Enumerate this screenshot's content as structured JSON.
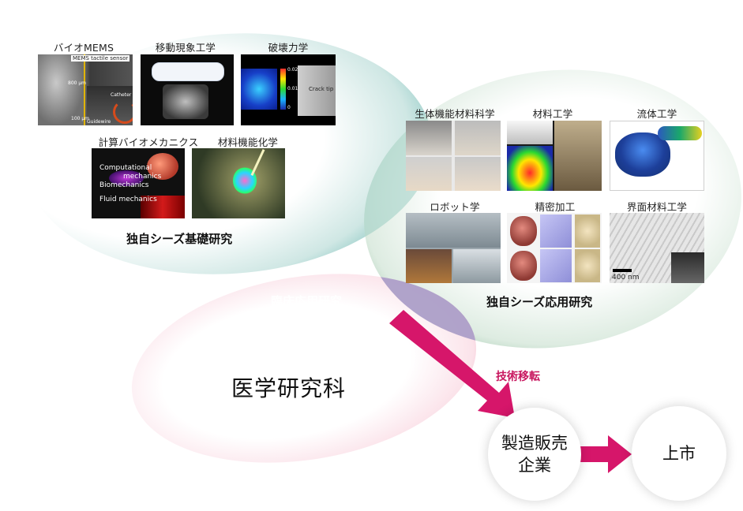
{
  "labels": {
    "bio_mems": "バイオMEMS",
    "transport": "移動現象工学",
    "fracture": "破壊力学",
    "comp_biomech": "計算バイオメカニクス",
    "material_function": "材料機能化学",
    "bio_material": "生体機能材料科学",
    "material_eng": "材料工学",
    "fluid_eng": "流体工学",
    "robotics": "ロボット学",
    "precision": "精密加工",
    "interface": "界面材料工学"
  },
  "photo_text": {
    "mems_sensor": "MEMS tactile sensor",
    "mems_800": "800 μm",
    "mems_100": "100 μm",
    "catheter": "Catheter",
    "guidewire": "Guidewire",
    "crack_tip": "Crack tip",
    "tick_002": "0.02",
    "tick_001": "0.01",
    "tick_0": "0",
    "computational": "Computational",
    "mechanics": "mechanics",
    "biomechanics": "Biomechanics",
    "fluid_mechanics": "Fluid mechanics",
    "scale_400": "400 nm"
  },
  "groups": {
    "basic": "独自シーズ基礎研究",
    "applied": "独自シーズ応用研究",
    "clinical": "臨床応用研究",
    "medical": "医学研究科"
  },
  "flow": {
    "tech_transfer": "技術移転",
    "company_line1": "製造販売",
    "company_line2": "企業",
    "market": "上市"
  },
  "colors": {
    "arrow": "#d6166a",
    "teal": "#7fc2be",
    "lavender": "#a89cc8",
    "pink": "#f2a3bb"
  }
}
